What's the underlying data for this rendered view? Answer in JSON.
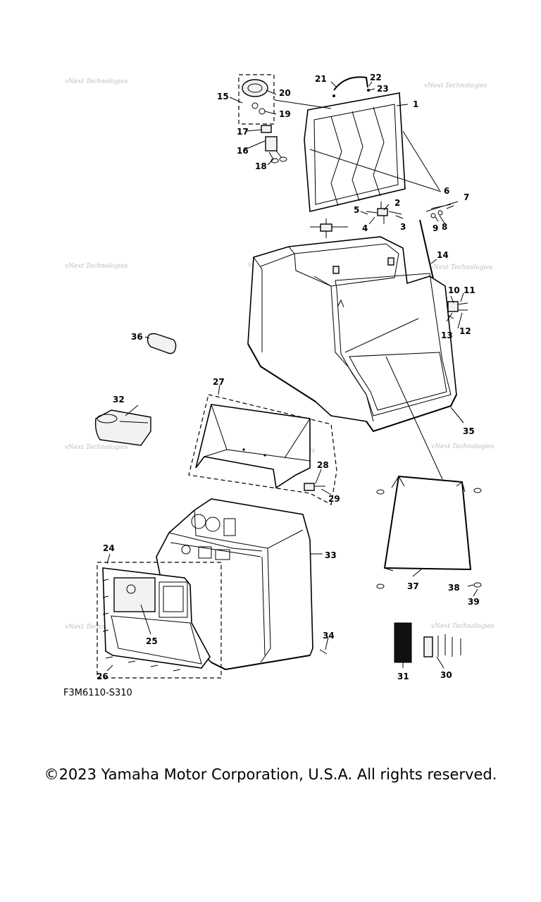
{
  "diagram": {
    "code": "F3M6110-S310",
    "watermark": "vNext Technologies",
    "callouts": [
      "1",
      "2",
      "3",
      "4",
      "5",
      "6",
      "7",
      "8",
      "9",
      "10",
      "11",
      "12",
      "13",
      "14",
      "15",
      "16",
      "17",
      "18",
      "19",
      "20",
      "21",
      "22",
      "23",
      "24",
      "25",
      "26",
      "27",
      "28",
      "29",
      "30",
      "31",
      "32",
      "33",
      "34",
      "35",
      "36",
      "37",
      "38",
      "39"
    ]
  },
  "footer": {
    "copyright": "©2023 Yamaha Motor Corporation, U.S.A. All rights reserved."
  }
}
